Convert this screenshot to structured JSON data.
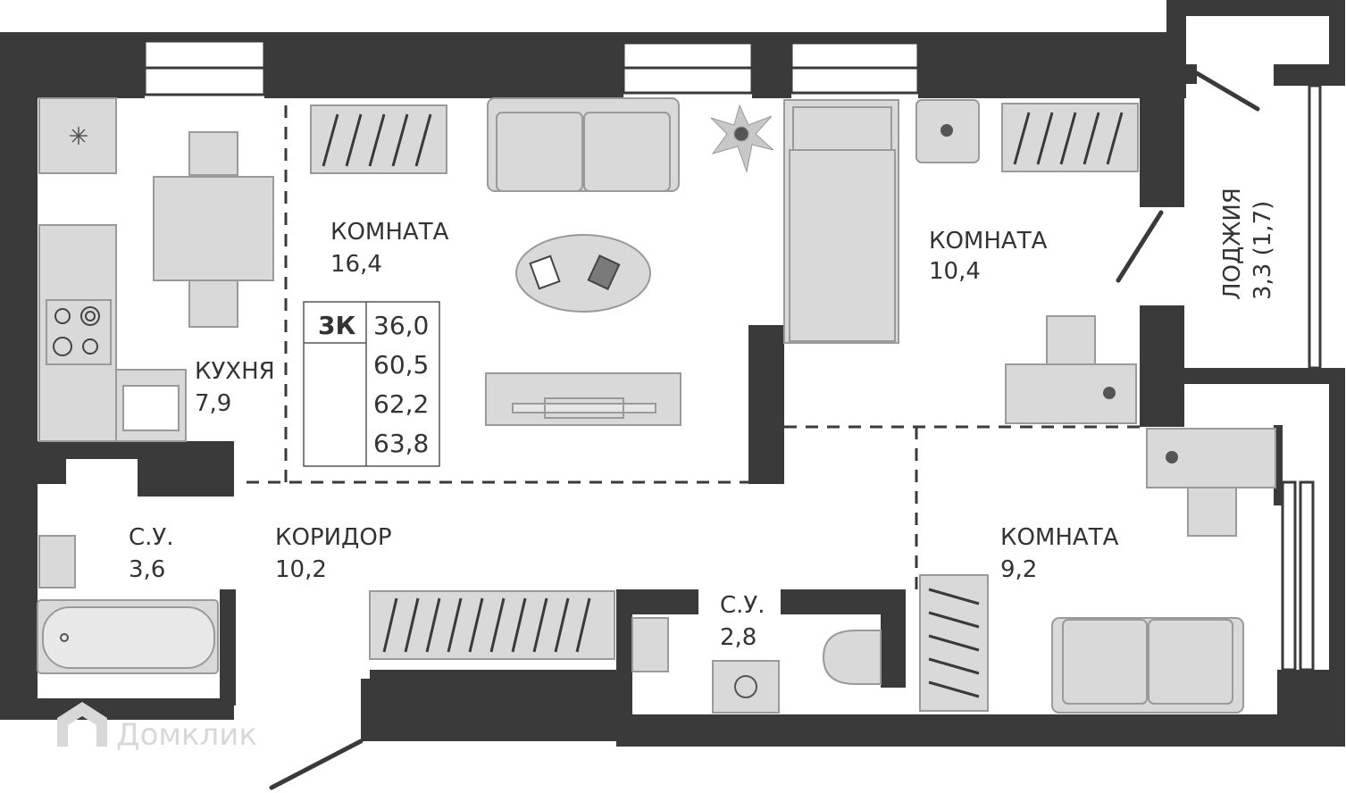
{
  "rooms": {
    "living": {
      "name": "КОМНАТА",
      "area": "16,4"
    },
    "bedroom_top": {
      "name": "КОМНАТА",
      "area": "10,4"
    },
    "bedroom_bottom": {
      "name": "КОМНАТА",
      "area": "9,2"
    },
    "kitchen": {
      "name": "КУХНЯ",
      "area": "7,9"
    },
    "bathroom": {
      "name": "С.У.",
      "area": "3,6"
    },
    "corridor": {
      "name": "КОРИДОР",
      "area": "10,2"
    },
    "wc": {
      "name": "С.У.",
      "area": "2,8"
    },
    "loggia": {
      "name": "ЛОДЖИЯ",
      "area": "3,3 (1,7)"
    }
  },
  "summary": {
    "type": "3К",
    "values": [
      "36,0",
      "60,5",
      "62,2",
      "63,8"
    ]
  },
  "watermark": {
    "text": "Домклик"
  },
  "icons": [
    "star-light-icon",
    "sink-icon",
    "stove-icon",
    "bathtub-icon",
    "toilet-icon",
    "washer-icon",
    "sofa-icon",
    "bed-icon",
    "wardrobe-icon",
    "table-icon",
    "rug-icon",
    "tv-unit-icon",
    "plant-icon",
    "logo-house-icon"
  ],
  "colors": {
    "wall": "#3a3a3b",
    "furniture": "#d9d9d9",
    "stroke": "#9a9a9a",
    "text": "#333333"
  }
}
